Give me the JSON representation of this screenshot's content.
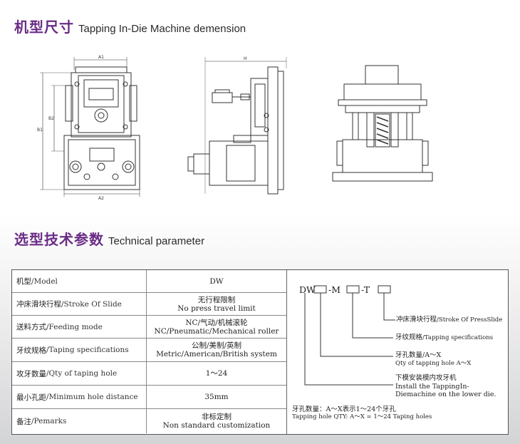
{
  "headings": {
    "dimension_cn": "机型尺寸",
    "dimension_en": "Tapping In-Die Machine demension",
    "parameter_cn": "选型技术参数",
    "parameter_en": "Technical parameter"
  },
  "drawing_labels": {
    "a1": "A1",
    "a2": "A2",
    "b1": "B1",
    "b2": "B2",
    "h": "H"
  },
  "table": {
    "rows": [
      {
        "key_cn": "机型",
        "key_en": "/Model",
        "val1": "DW",
        "val2": ""
      },
      {
        "key_cn": "冲床滑块行程",
        "key_en": "/Stroke Of Slide",
        "val1": "无行程限制",
        "val2": "No press travel limit"
      },
      {
        "key_cn": "送料方式",
        "key_en": "/Feeding mode",
        "val1": "NC/气动/机械滚轮",
        "val2": "NC/Pneumatic/Mechanical roller"
      },
      {
        "key_cn": "牙纹规格",
        "key_en": "/Taping specifications",
        "val1": "公制/美制/英制",
        "val2": "Metric/American/British system"
      },
      {
        "key_cn": "攻牙数量",
        "key_en": "/Qty of taping hole",
        "val1": "1～24",
        "val2": ""
      },
      {
        "key_cn": "最小孔距",
        "key_en": "/Minimum hole distance",
        "val1": "35mm",
        "val2": ""
      },
      {
        "key_cn": "备注",
        "key_en": "/Pemarks",
        "val1": "非标定制",
        "val2": "Non standard customization"
      }
    ]
  },
  "code": {
    "p1": "DW",
    "p2": "-M",
    "p3": "-T",
    "l1_cn": "冲床滑块行程",
    "l1_en": "/Stroke Of PressSlide",
    "l2_cn": "牙纹规格",
    "l2_en": "/Tapping specifications",
    "l3_a": "牙孔数量/A～X",
    "l3_b": "Qty of tapping hole A～X",
    "l4_a": "下模安装模内攻牙机",
    "l4_b": "Install the TappingIn-",
    "l4_c": "Diemachine on the lower die.",
    "note_a": "牙孔数量：A～X表示1～24个牙孔",
    "note_b": "Tapping hole QTY: A～X = 1～24 Taping holes"
  }
}
